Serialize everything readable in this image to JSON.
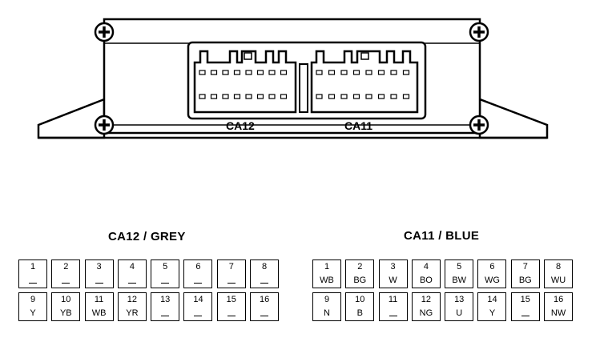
{
  "labels": {
    "ca12_small": "CA12",
    "ca11_small": "CA11"
  },
  "connectors": [
    {
      "title": "CA12 / GREY",
      "pins": [
        {
          "num": "1",
          "wire": ""
        },
        {
          "num": "2",
          "wire": ""
        },
        {
          "num": "3",
          "wire": ""
        },
        {
          "num": "4",
          "wire": ""
        },
        {
          "num": "5",
          "wire": ""
        },
        {
          "num": "6",
          "wire": ""
        },
        {
          "num": "7",
          "wire": ""
        },
        {
          "num": "8",
          "wire": ""
        },
        {
          "num": "9",
          "wire": "Y"
        },
        {
          "num": "10",
          "wire": "YB"
        },
        {
          "num": "11",
          "wire": "WB"
        },
        {
          "num": "12",
          "wire": "YR"
        },
        {
          "num": "13",
          "wire": ""
        },
        {
          "num": "14",
          "wire": ""
        },
        {
          "num": "15",
          "wire": ""
        },
        {
          "num": "16",
          "wire": ""
        }
      ]
    },
    {
      "title": "CA11 / BLUE",
      "pins": [
        {
          "num": "1",
          "wire": "WB"
        },
        {
          "num": "2",
          "wire": "BG"
        },
        {
          "num": "3",
          "wire": "W"
        },
        {
          "num": "4",
          "wire": "BO"
        },
        {
          "num": "5",
          "wire": "BW"
        },
        {
          "num": "6",
          "wire": "WG"
        },
        {
          "num": "7",
          "wire": "BG"
        },
        {
          "num": "8",
          "wire": "WU"
        },
        {
          "num": "9",
          "wire": "N"
        },
        {
          "num": "10",
          "wire": "B"
        },
        {
          "num": "11",
          "wire": ""
        },
        {
          "num": "12",
          "wire": "NG"
        },
        {
          "num": "13",
          "wire": "U"
        },
        {
          "num": "14",
          "wire": "Y"
        },
        {
          "num": "15",
          "wire": ""
        },
        {
          "num": "16",
          "wire": "NW"
        }
      ]
    }
  ]
}
